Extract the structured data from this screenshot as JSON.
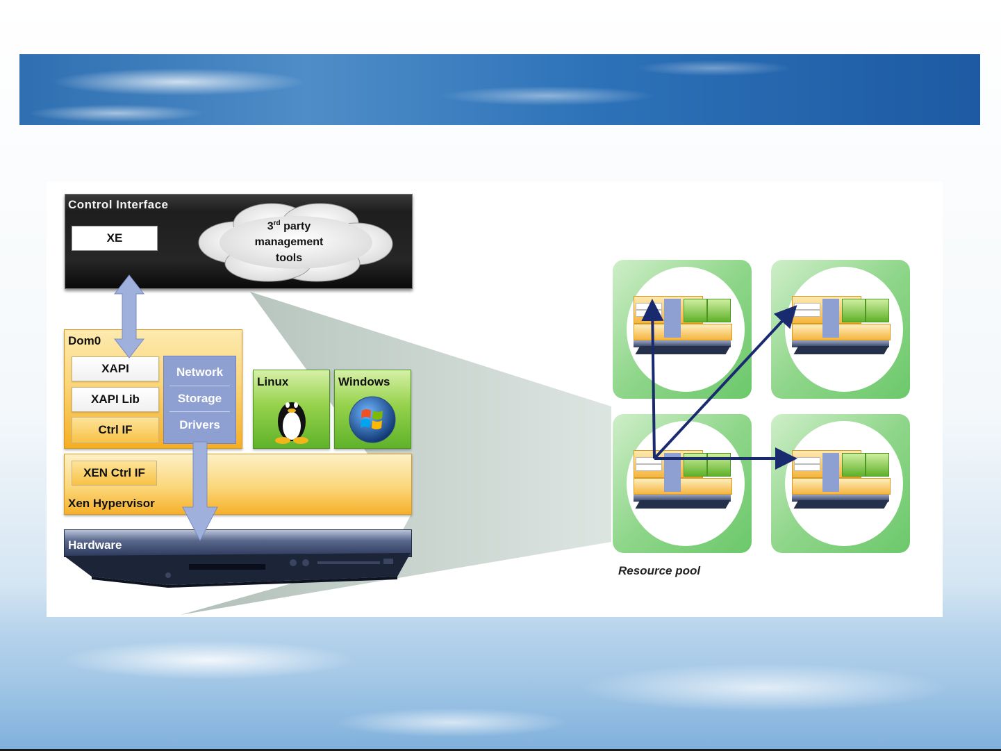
{
  "control_interface": {
    "title": "Control Interface",
    "xe_label": "XE",
    "cloud_ordinal": "3",
    "cloud_ordinal_sup": "rd",
    "cloud_line1_rest": " party",
    "cloud_line2": "management",
    "cloud_line3": "tools"
  },
  "dom0": {
    "title": "Dom0",
    "xapi": "XAPI",
    "xapi_lib": "XAPI Lib",
    "ctrl_if": "Ctrl IF",
    "drivers": [
      "Network",
      "Storage",
      "Drivers"
    ]
  },
  "guests": [
    {
      "label": "Linux",
      "icon": "linux-penguin-icon"
    },
    {
      "label": "Windows",
      "icon": "windows-logo-icon"
    }
  ],
  "hypervisor": {
    "xen_ctrl_if": "XEN Ctrl IF",
    "title": "Xen Hypervisor"
  },
  "hardware": {
    "title": "Hardware"
  },
  "resource_pool": {
    "label": "Resource pool",
    "node_count": 4
  },
  "colors": {
    "dom0": "#f5ae22",
    "guest": "#5fb22a",
    "drivers": "#8e9fd1",
    "control_bg": "#1e1e1e",
    "pool_arrow": "#1a2a6e",
    "banner": "#2f6fb1"
  }
}
